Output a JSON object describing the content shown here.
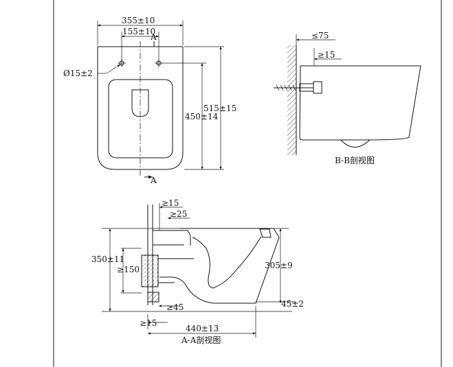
{
  "top_view": {
    "dims": {
      "overall_width": "355±10",
      "hole_spacing": "155±10",
      "hole_diameter": "Ø15±2",
      "hole_to_front": "450±14",
      "overall_length": "515±15"
    },
    "section_marker": "A"
  },
  "side_view": {
    "dims": {
      "wall_gap_max": "≤75",
      "wall_gap_min": "≥15"
    },
    "caption": "B-B剖视图"
  },
  "section_view": {
    "dims": {
      "inlet_min": "≥15",
      "inlet_offset": "≥25",
      "outlet_center": "350±11",
      "outlet_min": "≥150",
      "height": "305±9",
      "pipe_clearance": "≥45",
      "bottom_height": "45±2",
      "floor_gap": "≥15",
      "projection": "440±13"
    },
    "caption": "A-A剖视图"
  }
}
